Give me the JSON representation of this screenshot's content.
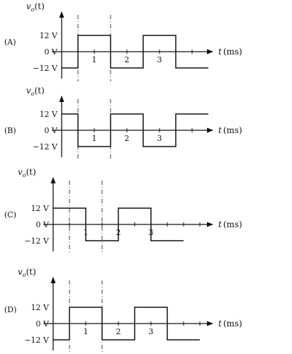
{
  "panels": [
    {
      "id": "A",
      "label": "(A)",
      "y_axis_label_prefix": "v",
      "y_axis_label_sub": "o",
      "y_axis_label_suffix": "(t)",
      "x_axis_label_t": "t",
      "x_axis_label_unit": "(ms)",
      "y_ticks": [
        "12 V",
        "0 V",
        "−12 V"
      ],
      "x_ticks": [
        "1",
        "2",
        "3"
      ],
      "waveform": [
        [
          0,
          -12
        ],
        [
          0.5,
          -12
        ],
        [
          0.5,
          12
        ],
        [
          1.5,
          12
        ],
        [
          1.5,
          -12
        ],
        [
          2.5,
          -12
        ],
        [
          2.5,
          12
        ],
        [
          3.5,
          12
        ],
        [
          3.5,
          -12
        ],
        [
          4.5,
          -12
        ]
      ],
      "dashed_lines_x": [
        0.5,
        1.5
      ]
    },
    {
      "id": "B",
      "label": "(B)",
      "y_axis_label_prefix": "v",
      "y_axis_label_sub": "o",
      "y_axis_label_suffix": "(t)",
      "x_axis_label_t": "t",
      "x_axis_label_unit": "(ms)",
      "y_ticks": [
        "12 V",
        "0 V",
        "−12 V"
      ],
      "x_ticks": [
        "1",
        "2",
        "3"
      ],
      "waveform": [
        [
          0,
          12
        ],
        [
          0.5,
          12
        ],
        [
          0.5,
          -12
        ],
        [
          1.5,
          -12
        ],
        [
          1.5,
          12
        ],
        [
          2.5,
          12
        ],
        [
          2.5,
          -12
        ],
        [
          3.5,
          -12
        ],
        [
          3.5,
          12
        ],
        [
          4.5,
          12
        ]
      ],
      "dashed_lines_x": [
        0.5,
        1.5
      ]
    },
    {
      "id": "C",
      "label": "(C)",
      "y_axis_label_prefix": "v",
      "y_axis_label_sub": "o",
      "y_axis_label_suffix": "(t)",
      "x_axis_label_t": "t",
      "x_axis_label_unit": "(ms)",
      "y_ticks": [
        "12 V",
        "0 V",
        "−12 V"
      ],
      "x_ticks": [
        "1",
        "2",
        "3"
      ],
      "waveform": [
        [
          0,
          12
        ],
        [
          1,
          12
        ],
        [
          1,
          -12
        ],
        [
          2,
          -12
        ],
        [
          2,
          12
        ],
        [
          3,
          12
        ],
        [
          3,
          -12
        ],
        [
          4,
          -12
        ]
      ],
      "dashed_lines_x": [
        0.5,
        1.5
      ]
    },
    {
      "id": "D",
      "label": "(D)",
      "y_axis_label_prefix": "v",
      "y_axis_label_sub": "o",
      "y_axis_label_suffix": "(t)",
      "x_axis_label_t": "t",
      "x_axis_label_unit": "(ms)",
      "y_ticks": [
        "12 V",
        "0 V",
        "−12 V"
      ],
      "x_ticks": [
        "1",
        "2",
        "3"
      ],
      "waveform": [
        [
          0,
          -12
        ],
        [
          0.5,
          -12
        ],
        [
          0.5,
          12
        ],
        [
          1.5,
          12
        ],
        [
          1.5,
          -12
        ],
        [
          2.5,
          -12
        ],
        [
          2.5,
          12
        ],
        [
          3.5,
          12
        ],
        [
          3.5,
          -12
        ],
        [
          4.5,
          -12
        ]
      ],
      "dashed_lines_x": [
        0.5,
        1.5
      ]
    }
  ],
  "colors": {
    "stroke": "#111111",
    "background": "#ffffff"
  }
}
